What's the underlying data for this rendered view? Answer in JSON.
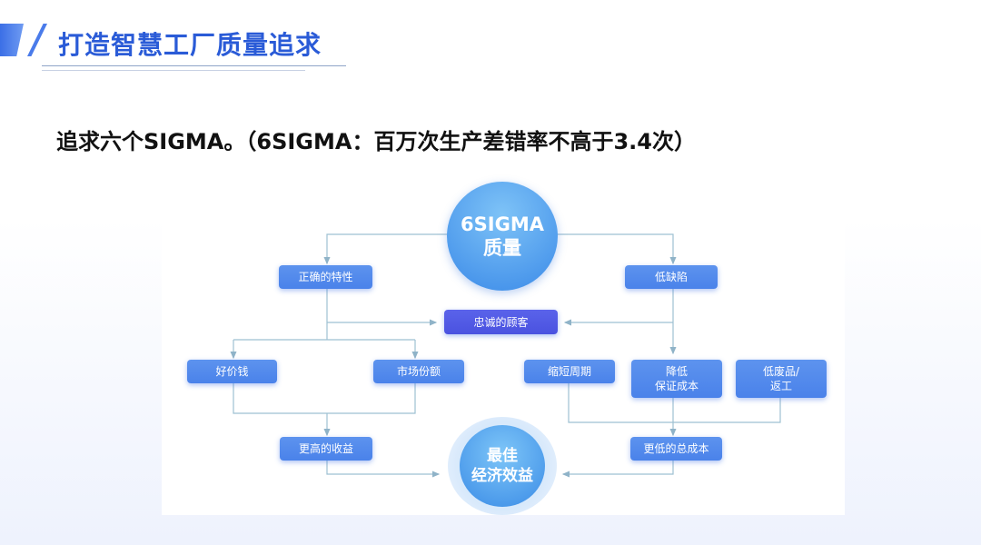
{
  "header": {
    "title": "打造智慧工厂质量追求"
  },
  "subtitle": "追求六个SIGMA。（6SIGMA：百万次生产差错率不高于3.4次）",
  "diagram": {
    "top": {
      "line1": "6SIGMA",
      "line2": "质量"
    },
    "correct": "正确的特性",
    "low_defect": "低缺陷",
    "loyal": "忠诚的顾客",
    "good_price": "好价钱",
    "market_share": "市场份额",
    "shorten": "缩短周期",
    "reduce_warranty": {
      "line1": "降低",
      "line2": "保证成本"
    },
    "low_scrap": {
      "line1": "低废品/",
      "line2": "返工"
    },
    "higher_revenue": "更高的收益",
    "lower_cost": "更低的总成本",
    "bottom": {
      "line1": "最佳",
      "line2": "经济效益"
    }
  },
  "colors": {
    "primary": "#4a82ea",
    "accent": "#4a52e0",
    "title": "#2a5bd7"
  }
}
